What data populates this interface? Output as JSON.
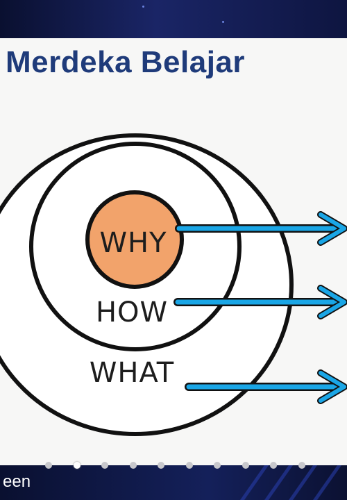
{
  "slide": {
    "title": "Merdeka Belajar",
    "labels": {
      "why": "WHY",
      "how": "HOW",
      "what": "WHAT"
    },
    "colors": {
      "core_fill": "#f2a36b",
      "arrow": "#1aa6e6",
      "title": "#1f3b7a"
    }
  },
  "footer": {
    "caption": "een"
  },
  "pagination": {
    "count": 10,
    "active_index": 1
  }
}
